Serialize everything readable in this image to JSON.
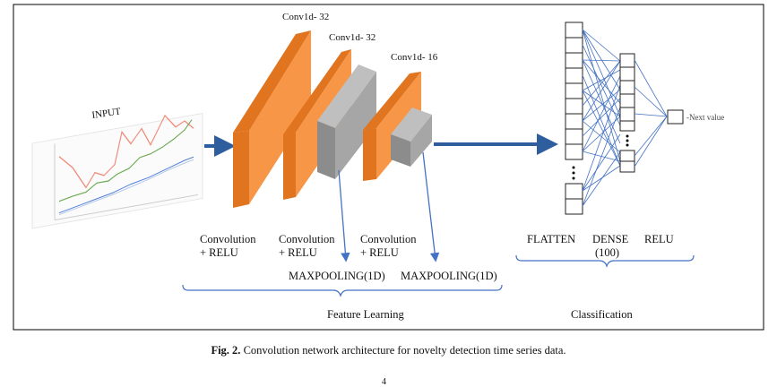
{
  "input_label": "INPUT",
  "layers": {
    "conv1": "Conv1d- 32",
    "conv2": "Conv1d- 32",
    "conv3": "Conv1d- 16"
  },
  "blocks": {
    "conv_relu_1_line1": "Convolution",
    "conv_relu_1_line2": "+ RELU",
    "conv_relu_2_line1": "Convolution",
    "conv_relu_2_line2": "+ RELU",
    "conv_relu_3_line1": "Convolution",
    "conv_relu_3_line2": "+ RELU",
    "maxpool_1": "MAXPOOLING(1D)",
    "maxpool_2": "MAXPOOLING(1D)"
  },
  "classification_labels": {
    "flatten": "FLATTEN",
    "dense": "DENSE",
    "dense_units": "(100)",
    "relu": "RELU",
    "output": "-Next value"
  },
  "sections": {
    "feature_learning": "Feature Learning",
    "classification": "Classification"
  },
  "caption": {
    "prefix": "Fig. 2.",
    "text": "Convolution network architecture for novelty detection time series data."
  },
  "page_number": "4",
  "colors": {
    "conv_orange": "#F79646",
    "conv_orange_light": "#FBB98A",
    "pool_gray": "#A6A6A6",
    "arrow_blue": "#2E5E9E",
    "line_blue": "#4472C4"
  }
}
